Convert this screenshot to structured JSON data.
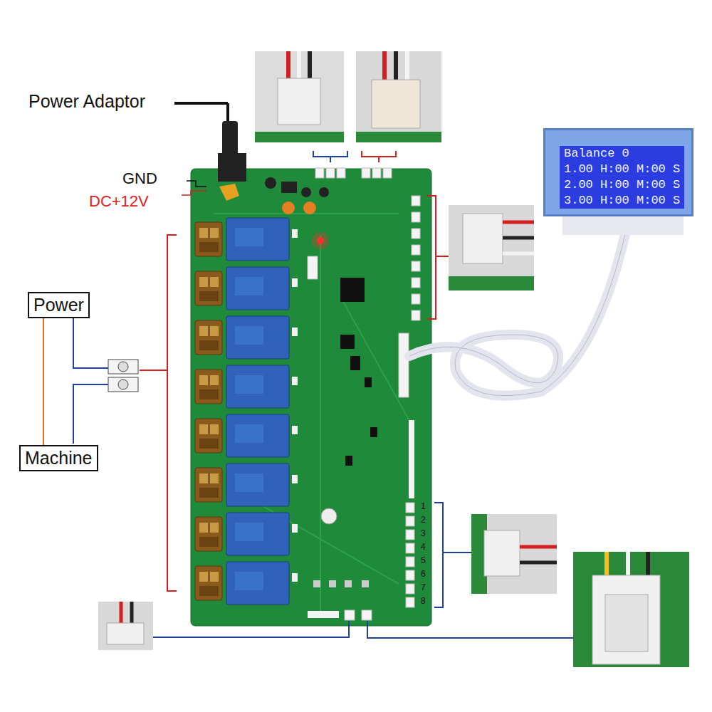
{
  "diagram": {
    "nodes": [
      {
        "text": [
          "Power"
        ]
      },
      {
        "text": [
          "Machine"
        ]
      },
      {
        "text": [
          "Balance 0",
          "1.00 H:00 M:00 S",
          "2.00 H:00 M:00 S",
          "3.00 H:00 M:00 S"
        ]
      }
    ],
    "edges": [
      {
        "from": 0,
        "to": 1,
        "arrow": "none"
      }
    ],
    "labels": [
      "Power Adaptor",
      "GND",
      "DC+12V",
      "1",
      "2",
      "3",
      "4",
      "5",
      "6",
      "7",
      "8"
    ]
  }
}
